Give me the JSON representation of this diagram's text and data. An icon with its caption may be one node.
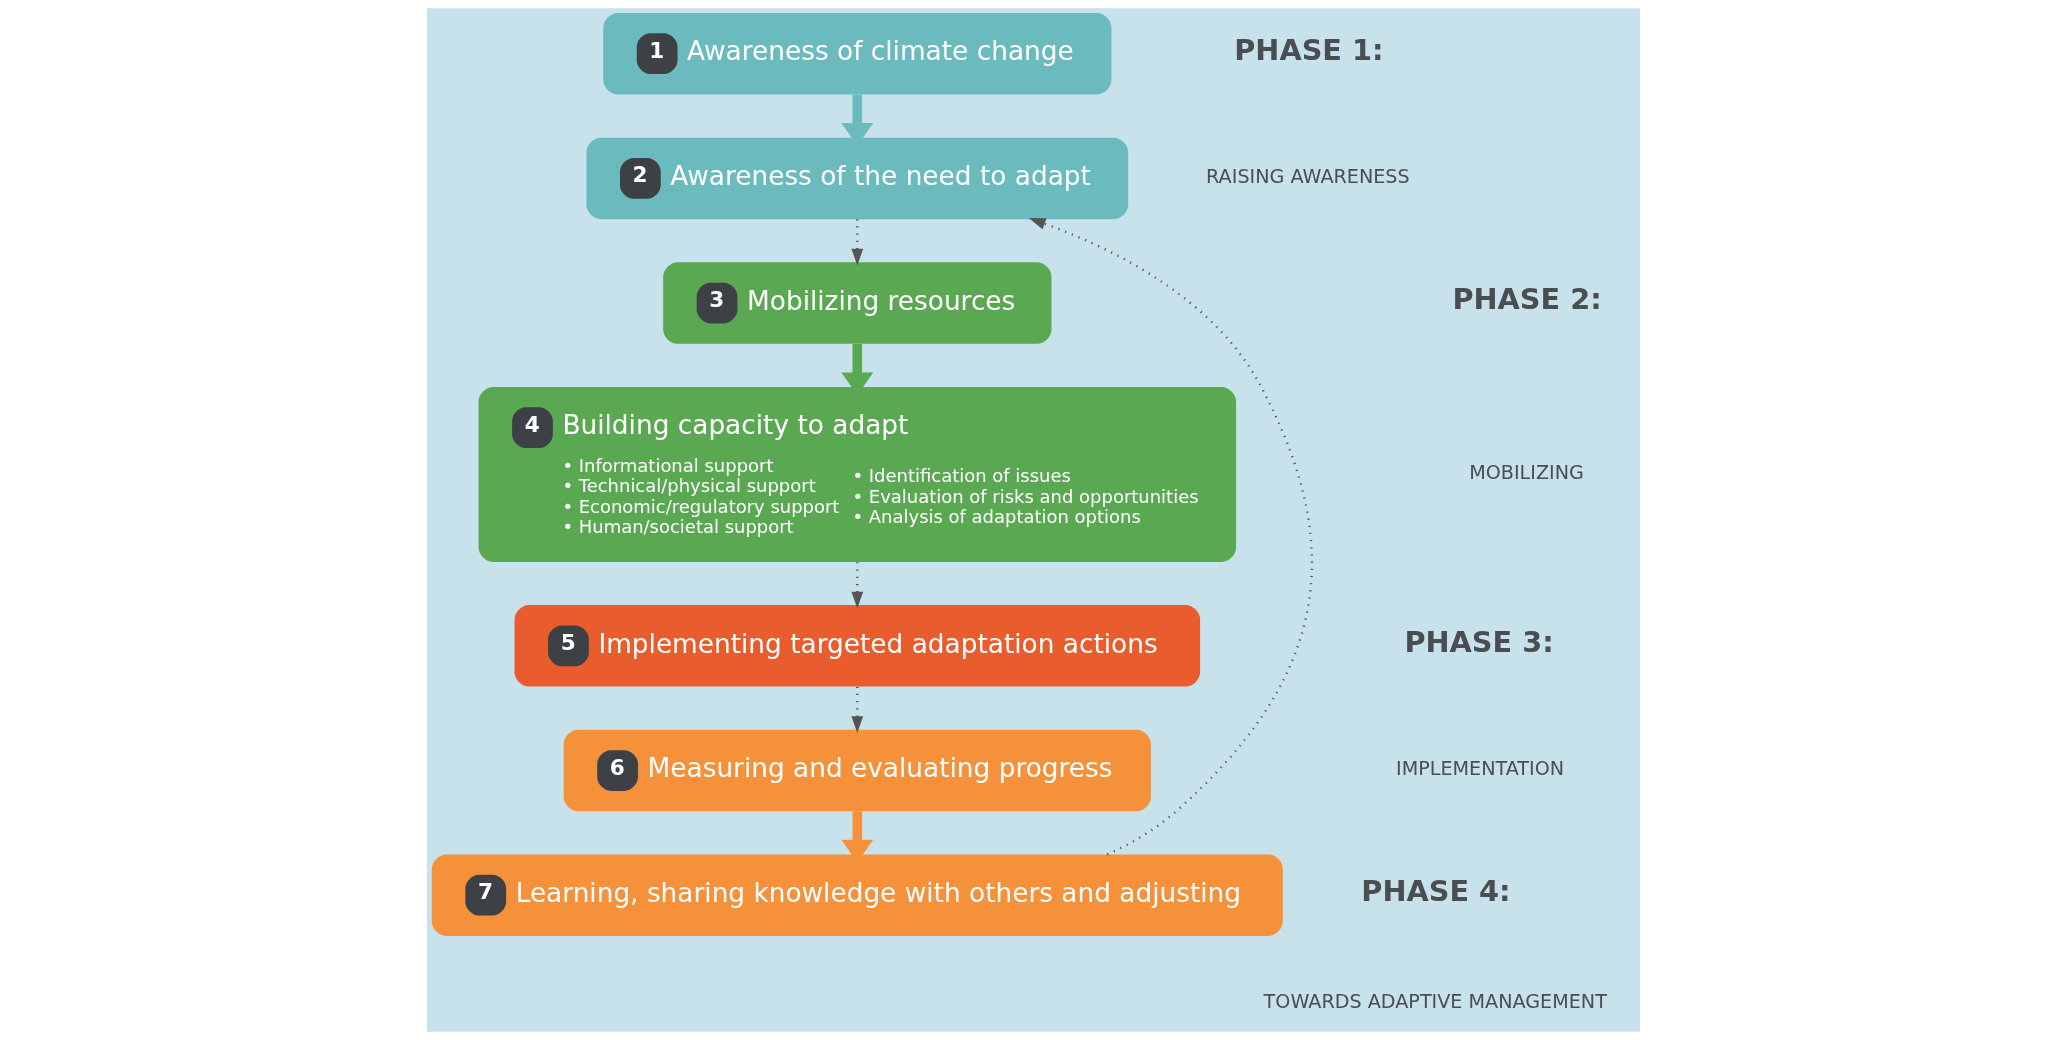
{
  "diagram": {
    "nodes": [
      {
        "text": [
          "1",
          "Awareness of climate change"
        ]
      },
      {
        "text": [
          "2",
          "Awareness of the need to adapt"
        ]
      },
      {
        "text": [
          "3",
          "Mobilizing resources"
        ]
      },
      {
        "text": [
          "4",
          "Building capacity to adapt",
          "• Informational support",
          "• Technical/physical support",
          "• Economic/regulatory support",
          "• Human/societal support",
          "• Identification of issues",
          "• Evaluation of risks and opportunities",
          "• Analysis of adaptation options"
        ]
      },
      {
        "text": [
          "5",
          "Implementing targeted adaptation actions"
        ]
      },
      {
        "text": [
          "6",
          "Measuring and evaluating progress"
        ]
      },
      {
        "text": [
          "7",
          "Learning, sharing knowledge with others and adjusting"
        ]
      }
    ],
    "edges": [
      {
        "from": 0,
        "to": 1,
        "arrow": "to",
        "style": "thick",
        "color": "#6bbabd"
      },
      {
        "from": 1,
        "to": 2,
        "arrow": "to",
        "style": "dashed"
      },
      {
        "from": 2,
        "to": 3,
        "arrow": "to",
        "style": "thick",
        "color": "#5ba852"
      },
      {
        "from": 3,
        "to": 4,
        "arrow": "to",
        "style": "dashed"
      },
      {
        "from": 4,
        "to": 5,
        "arrow": "to",
        "style": "dashed"
      },
      {
        "from": 5,
        "to": 6,
        "arrow": "to",
        "style": "thick",
        "color": "#f4913a"
      },
      {
        "from": 6,
        "to": 1,
        "arrow": "to",
        "style": "dashed"
      }
    ],
    "labels": [
      "PHASE 4:",
      "TOWARDS ADAPTIVE MANAGEMENT",
      "PHASE 1:",
      "RAISING AWARENESS",
      "PHASE 2:",
      "MOBILIZING",
      "PHASE 3:",
      "IMPLEMENTATION"
    ]
  }
}
